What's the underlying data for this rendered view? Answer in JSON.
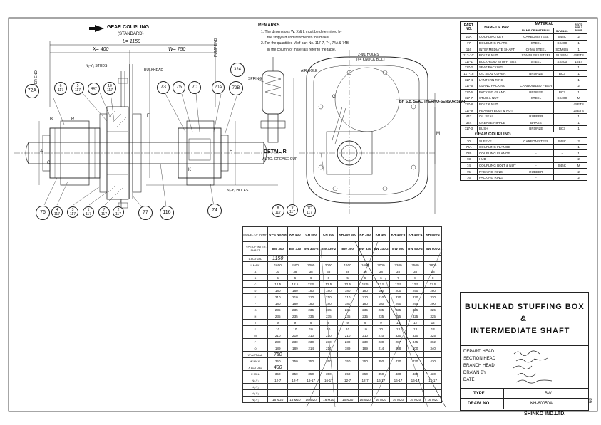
{
  "header": {
    "gear_coupling": "GEAR COUPLING",
    "standard": "(STANDARD)",
    "l_label": "L= 1150",
    "x_label": "X= 400",
    "w_label": "W= 750"
  },
  "remarks": {
    "title": "REMARKS",
    "items": [
      "1. The dimensions W, X & L must be determined by",
      "the shipyard and informed to the maker.",
      "2. For the quantities M of part No. 117-7, 74, 74A & 74B",
      "in the column of materials refer to the table."
    ]
  },
  "labels": {
    "bulkhead": "BULKHEAD",
    "pump_end": "PUMP END",
    "driver_end": "DRIVER END",
    "studs": "N₁-Y₁ STUDS",
    "holes": "N₁-Y₁ HOLES",
    "spring": "SPRING",
    "air_hole": "AIR HOLE",
    "knock_bolt": "2-Φ1 HOLES",
    "knock_bolt2": "(#4 KNOCK BOLT)",
    "thermo": "BH S.B. SEAL THERMO-SENSOR SEAT",
    "detail_r": "DETAIL R",
    "grease_cup": "AUTO. GREASE CUP",
    "r": "R",
    "b": "B",
    "c": "C",
    "f": "F",
    "a": "A",
    "e": "E",
    "k": "K",
    "h": "H",
    "g": "G",
    "m": "M"
  },
  "callouts_top": [
    "72A",
    "6\n117",
    "5\n117",
    "447",
    "10\n117",
    "73",
    "75",
    "70",
    "20A",
    "72B",
    "324"
  ],
  "callouts_bottom": [
    "76",
    "4\n117",
    "3\n117",
    "1\n117",
    "7\n117",
    "2\n117",
    "77",
    "116",
    "74",
    "8\n117",
    "9\n117",
    "1C\n117"
  ],
  "materials": {
    "col_no": "PART NO.",
    "col_name": "NAME OF PART",
    "col_material": "MATERIAL",
    "col_mat_name": "NAME OF MATERIAL",
    "col_symbol": "SYMBOL",
    "col_req": "REQ'D FOR 1 PUMP",
    "rows": [
      [
        "20A",
        "COUPLING KEY",
        "CARBON STEEL",
        "S45C",
        "2"
      ],
      [
        "77",
        "DOUBLING PLATE",
        "STEEL",
        "SS400",
        "1"
      ],
      [
        "116",
        "INTERMEDIATE SHAFT",
        "Cr-Mo STEEL",
        "SCM435",
        "1"
      ],
      [
        "117-1C",
        "BOLT & NUT",
        "STAINLESS STEEL",
        "SUS304",
        "4SETS"
      ],
      [
        "117-1",
        "BULKHEAD STUFF. BOX",
        "STEEL",
        "SS400",
        "1SET"
      ],
      [
        "117-2",
        "SEAT PACKING",
        "",
        "",
        "1"
      ],
      [
        "117-18",
        "OIL SEAL COVER",
        "BRONZE",
        "BC3",
        "1"
      ],
      [
        "117-4",
        "LANTERN RING",
        "-",
        "-",
        "1"
      ],
      [
        "117-5",
        "GLAND PACKING",
        "CARBONIZED FIBER",
        "",
        "2"
      ],
      [
        "117-6",
        "PACKING GLAND",
        "BRONZE",
        "BC3",
        "1"
      ],
      [
        "117-7",
        "STUD & NUT",
        "STEEL",
        "SS400",
        "M"
      ],
      [
        "117-8",
        "BOLT & NUT",
        "",
        "",
        "4SETS"
      ],
      [
        "117-9",
        "REAMER BOLT & NUT",
        "",
        "",
        "2SETS"
      ],
      [
        "447",
        "OIL SEAL",
        "RUBBER",
        "",
        "1"
      ],
      [
        "324",
        "GREASE NIPPLE",
        "BRASS",
        "",
        "1"
      ],
      [
        "117-3",
        "BUSH",
        "BRONZE",
        "BC3",
        "1"
      ]
    ],
    "coupling_title": "GEAR COUPLING",
    "coupling_rows": [
      [
        "70",
        "SLEEVE",
        "CARBON STEEL",
        "S48C",
        "2"
      ],
      [
        "72A",
        "COUPLING FLANGE",
        "-",
        "-",
        "1"
      ],
      [
        "72B",
        "COUPLING FLANGE",
        "-",
        "-",
        "1"
      ],
      [
        "73",
        "HUB",
        "-",
        "-",
        "2"
      ],
      [
        "74",
        "COUPLING BOLT & NUT",
        "-",
        "S45C",
        "M"
      ],
      [
        "75",
        "PACKING RING",
        "RUBBER",
        "",
        "2"
      ],
      [
        "76",
        "PACKING RING",
        "-",
        "",
        "2"
      ]
    ]
  },
  "dims": {
    "hdr_model": "MODEL OF PUMP",
    "hdr_type": "TYPE OF INTER. SHAFT",
    "models": [
      "VPS NXHM",
      "KH 400",
      "CH 500",
      "CH 600",
      "KH 200 300",
      "KH 250",
      "KH 400",
      "KH 450-3",
      "KH 450-4",
      "KH 500-2"
    ],
    "types": [
      "BW 300",
      "BW 330",
      "BW 330-2",
      "BW 330-2",
      "BW 300",
      "BW 330",
      "BW 330-2",
      "BW 500",
      "BW 500-2",
      "BW 500-2"
    ],
    "rows": [
      [
        "L ACTUAL",
        "1150",
        "",
        "",
        "",
        "",
        "",
        "",
        "",
        "",
        ""
      ],
      [
        "L MAX.",
        "1600",
        "1500",
        "2000",
        "2000",
        "1600",
        "1600",
        "2000",
        "2200",
        "2500",
        "2800"
      ],
      [
        "A",
        "30",
        "38",
        "38",
        "38",
        "38",
        "38",
        "38",
        "38",
        "38",
        "38"
      ],
      [
        "B",
        "5",
        "6",
        "6",
        "6",
        "5",
        "5",
        "6",
        "7",
        "8",
        "8"
      ],
      [
        "C",
        "12.5",
        "12.5",
        "12.5",
        "12.5",
        "12.5",
        "12.5",
        "12.5",
        "12.5",
        "12.5",
        "12.5"
      ],
      [
        "D",
        "180",
        "180",
        "180",
        "180",
        "180",
        "180",
        "180",
        "200",
        "250",
        "280"
      ],
      [
        "E",
        "210",
        "210",
        "210",
        "210",
        "210",
        "210",
        "210",
        "320",
        "320",
        "320"
      ],
      [
        "F",
        "180",
        "180",
        "180",
        "180",
        "180",
        "180",
        "180",
        "290",
        "290",
        "290"
      ],
      [
        "G",
        "235",
        "235",
        "235",
        "235",
        "235",
        "235",
        "235",
        "325",
        "325",
        "325"
      ],
      [
        "H",
        "235",
        "235",
        "235",
        "235",
        "235",
        "235",
        "235",
        "325",
        "325",
        "325"
      ],
      [
        "J",
        "9",
        "9",
        "9",
        "9",
        "9",
        "9",
        "9",
        "12",
        "12",
        "12"
      ],
      [
        "K",
        "10",
        "10",
        "10",
        "10",
        "10",
        "10",
        "10",
        "13",
        "13",
        "13"
      ],
      [
        "M",
        "210",
        "210",
        "210",
        "210",
        "210",
        "210",
        "210",
        "320",
        "320",
        "325"
      ],
      [
        "P",
        "230",
        "230",
        "230",
        "230",
        "230",
        "230",
        "230",
        "287",
        "345",
        "362"
      ],
      [
        "Q",
        "189",
        "189",
        "214",
        "214",
        "189",
        "189",
        "214",
        "268",
        "300",
        "340"
      ]
    ],
    "w_rows": [
      [
        "W ACTUAL",
        "750",
        "",
        "",
        "",
        "",
        "",
        "",
        "",
        "",
        ""
      ],
      [
        "W MAX.",
        "350",
        "350",
        "350",
        "350",
        "350",
        "350",
        "350",
        "430",
        "430",
        "430"
      ],
      [
        "X ACTUAL",
        "400",
        "",
        "",
        "",
        "",
        "",
        "",
        "",
        "",
        ""
      ],
      [
        "X MIN.",
        "350",
        "350",
        "350",
        "350",
        "350",
        "350",
        "350",
        "430",
        "430",
        "430"
      ],
      [
        "N₁-Y₁",
        "12-7",
        "12-7",
        "16-17",
        "16-17",
        "12-7",
        "12-7",
        "16-17",
        "16-17",
        "16-17",
        "16-17"
      ],
      [
        "N₂-Y₂",
        "",
        "",
        "",
        "",
        "",
        "",
        "",
        "",
        "",
        ""
      ],
      [
        "N₃-Y₃",
        "",
        "",
        "",
        "",
        "",
        "",
        "",
        "",
        "",
        ""
      ],
      [
        "N₁-Y₁",
        "16 M20",
        "16 M20",
        "16 M20",
        "16 M20",
        "16 M20",
        "16 M20",
        "16 M20",
        "16 M20",
        "16 M20",
        "16 M20"
      ]
    ]
  },
  "title_block": {
    "line1": "BULKHEAD STUFFING BOX",
    "line2": "&",
    "line3": "INTERMEDIATE SHAFT",
    "depart_head": "DEPART. HEAD",
    "section_head": "SECTION HEAD",
    "branch_head": "BRANCH HEAD",
    "drawn_by": "DRAWN BY",
    "date": "DATE",
    "type_label": "TYPE",
    "type_value": "BW",
    "draw_no_label": "DRAW. NO.",
    "draw_no_value": "KH-60050A",
    "company": "SHINKO IND.LTD.",
    "sheet_no": "68"
  }
}
